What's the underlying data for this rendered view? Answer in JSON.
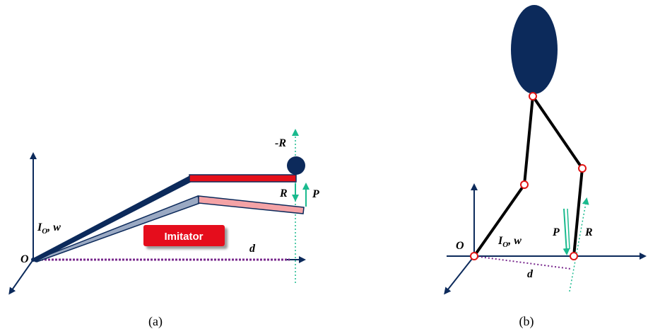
{
  "colors": {
    "navy": "#0c2a5b",
    "red": "#e5101a",
    "pink": "#f4a3a6",
    "slate": "#9aa9c3",
    "teal": "#1aba8e",
    "purple": "#7a2a8e",
    "black": "#000000",
    "joint": "#e11515"
  },
  "panel_a": {
    "caption": "(a)",
    "labels": {
      "origin": "O",
      "inertia": "I",
      "inertia_sub": "O",
      "inertia_rest": ", w",
      "distance": "d",
      "neg_reaction": "-R",
      "reaction": "R",
      "push": "P"
    },
    "badge": "Imitator"
  },
  "panel_b": {
    "caption": "(b)",
    "labels": {
      "origin": "O",
      "inertia": "I",
      "inertia_sub": "O",
      "inertia_rest": ", w",
      "distance": "d",
      "push": "P",
      "reaction": "R"
    }
  }
}
